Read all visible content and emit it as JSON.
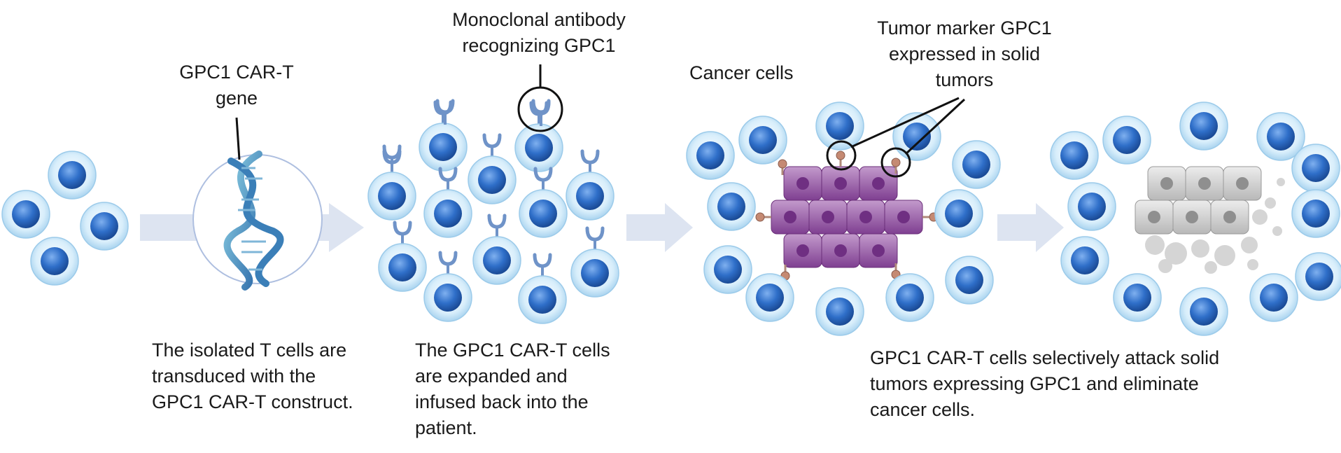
{
  "labels": {
    "gene": "GPC1 CAR-T\ngene",
    "antibody": "Monoclonal antibody\nrecognizing GPC1",
    "cancer_cells": "Cancer cells",
    "tumor_marker": "Tumor marker GPC1\nexpressed in solid\ntumors"
  },
  "captions": {
    "step1": "The isolated T cells are\ntransduced with the\nGPC1 CAR-T construct.",
    "step2": "The GPC1 CAR-T cells\nare expanded and\ninfused back into the\npatient.",
    "step3": "GPC1 CAR-T cells selectively  attack solid\ntumors expressing GPC1 and eliminate\ncancer cells."
  },
  "colors": {
    "cell_outer": "#c9e6f7",
    "cell_nucleus": "#2f6fc9",
    "arrow": "#dde4f1",
    "receptor": "#6f93c8",
    "tumor": "#8e4f9e",
    "marker": "#c58a73",
    "dead_tumor": "#bdbdbd"
  }
}
